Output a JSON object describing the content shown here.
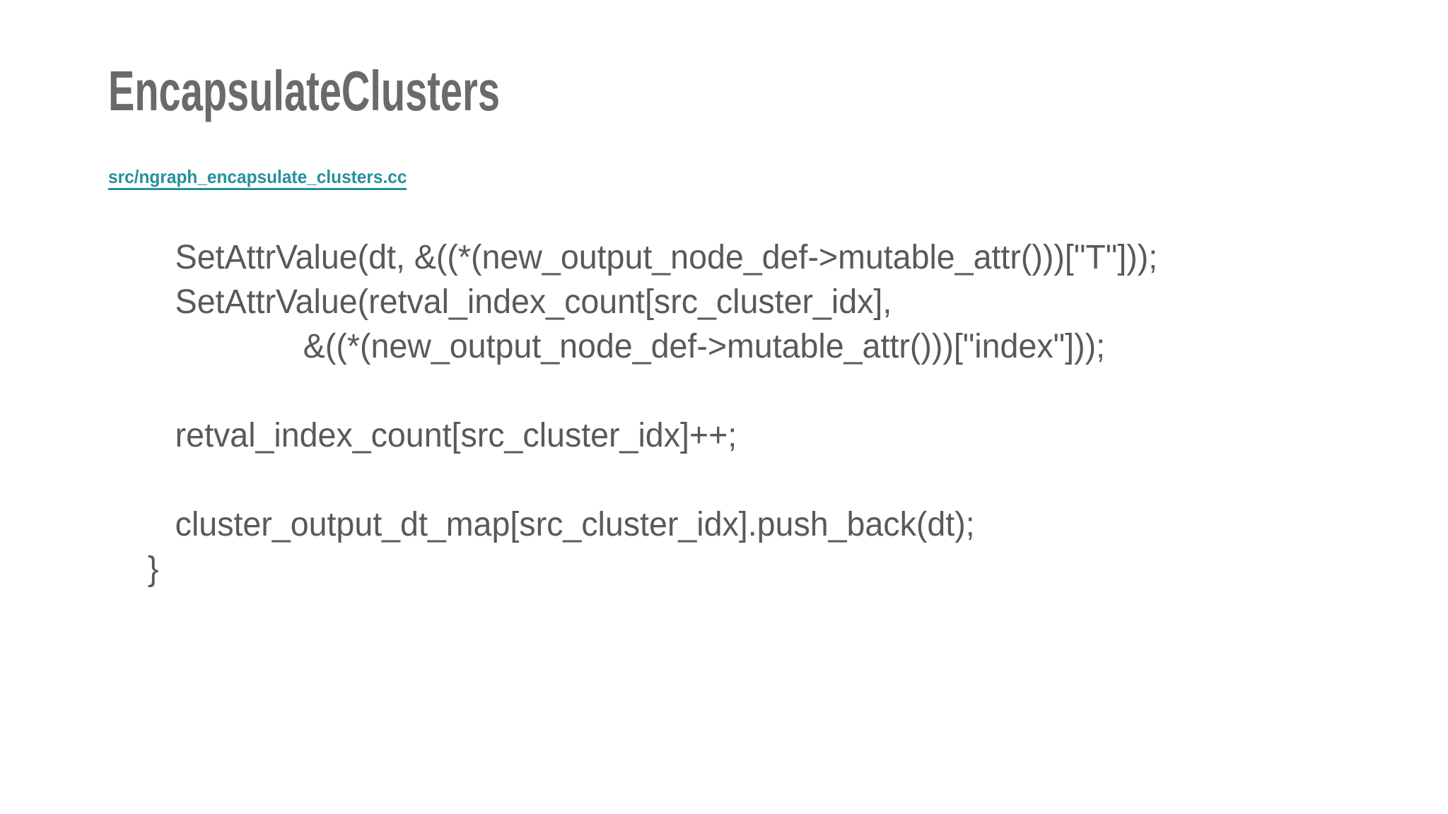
{
  "slide": {
    "title": "EncapsulateClusters",
    "link": {
      "text": "src/ngraph_encapsulate_clusters.cc"
    },
    "code": {
      "lines": [
        "     SetAttrValue(dt, &((*(new_output_node_def->mutable_attr()))[\"T\"]));",
        "     SetAttrValue(retval_index_count[src_cluster_idx],",
        "                   &((*(new_output_node_def->mutable_attr()))[\"index\"]));",
        "",
        "     retval_index_count[src_cluster_idx]++;",
        "",
        "     cluster_output_dt_map[src_cluster_idx].push_back(dt);",
        "  }"
      ]
    },
    "colors": {
      "background": "#ffffff",
      "title": "#6a6a6a",
      "code": "#58595b",
      "link": "#27909e"
    }
  }
}
